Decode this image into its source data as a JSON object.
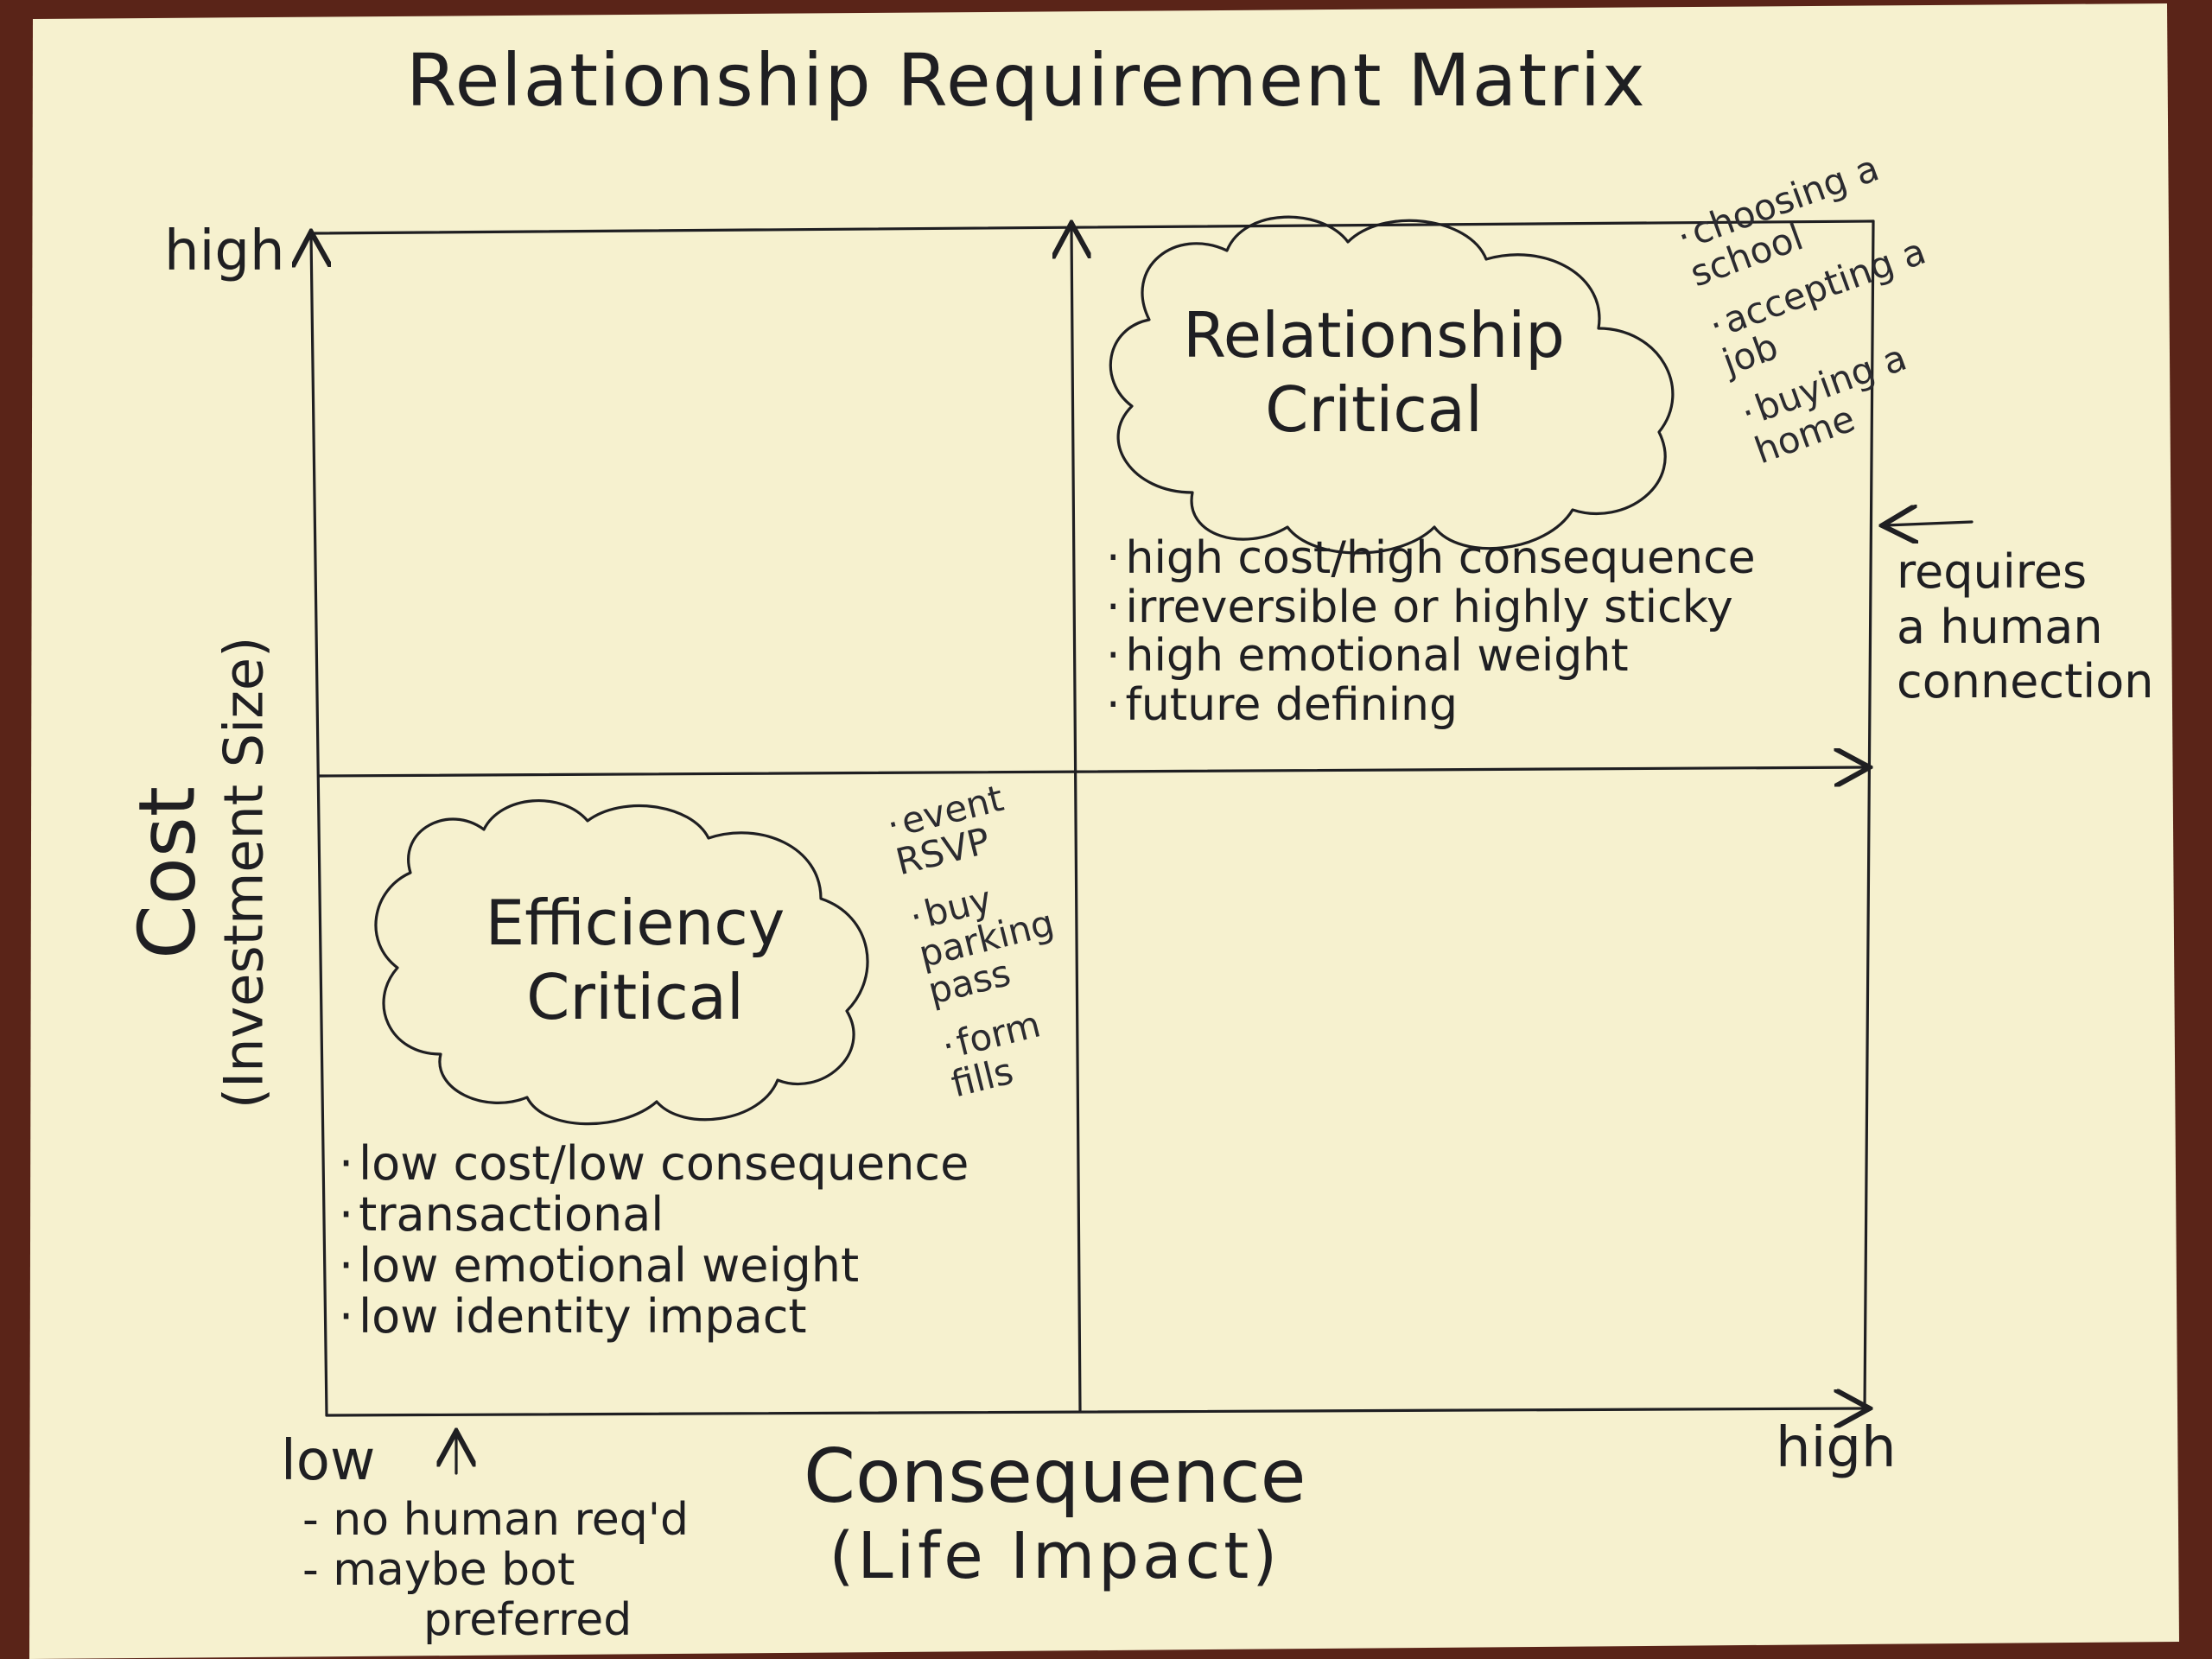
{
  "title": "Relationship Requirement Matrix",
  "y_axis": {
    "label": "Cost",
    "sublabel": "(Investment Size)",
    "high_label": "high"
  },
  "x_axis": {
    "label": "Consequence",
    "sublabel": "(Life Impact)",
    "low_label": "low",
    "high_label": "high"
  },
  "quadrants": {
    "relationship_critical": {
      "cloud_title_line1": "Relationship",
      "cloud_title_line2": "Critical",
      "bullets": [
        "high cost/high consequence",
        "irreversible or highly sticky",
        "high emotional weight",
        "future defining"
      ],
      "examples": [
        "choosing a school",
        "accepting a job",
        "buying a home"
      ]
    },
    "efficiency_critical": {
      "cloud_title_line1": "Efficiency",
      "cloud_title_line2": "Critical",
      "bullets": [
        "low cost/low consequence",
        "transactional",
        "low emotional weight",
        "low identity impact"
      ],
      "examples": [
        "event RSVP",
        "buy parking pass",
        "form fills"
      ]
    }
  },
  "annotations": {
    "right_note": [
      "requires",
      "a human",
      "connection"
    ],
    "low_note": [
      "- no human req'd",
      "- maybe bot",
      "preferred"
    ]
  },
  "colors": {
    "paper": "#f6f1cf",
    "ink": "#1f1f22",
    "background": "#5a2418"
  }
}
